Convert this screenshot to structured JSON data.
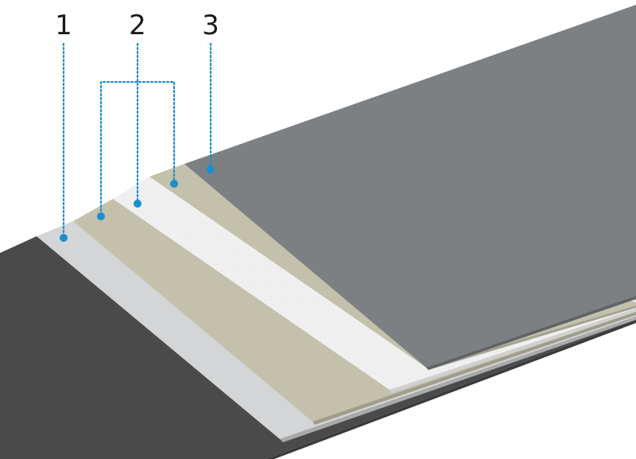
{
  "callouts": [
    {
      "label": "1"
    },
    {
      "label": "2"
    },
    {
      "label": "3"
    }
  ],
  "colors": {
    "base_layer": "#4a4a4a",
    "light_grey_layer": "#d3d5d6",
    "beige_layer": "#c3c1ac",
    "fleece_layer": "#f1f1f1",
    "top_layer": "#7c8083",
    "leader_line": "#1a8fd0",
    "text": "#1a1a1a"
  }
}
